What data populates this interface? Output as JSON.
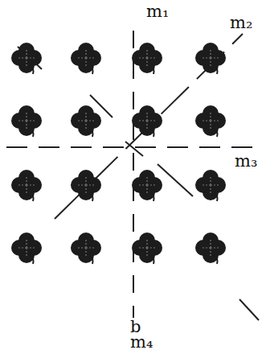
{
  "diagram": {
    "labels": [
      "m₁",
      "m₂",
      "m₃",
      "b",
      "m₄"
    ]
  }
}
